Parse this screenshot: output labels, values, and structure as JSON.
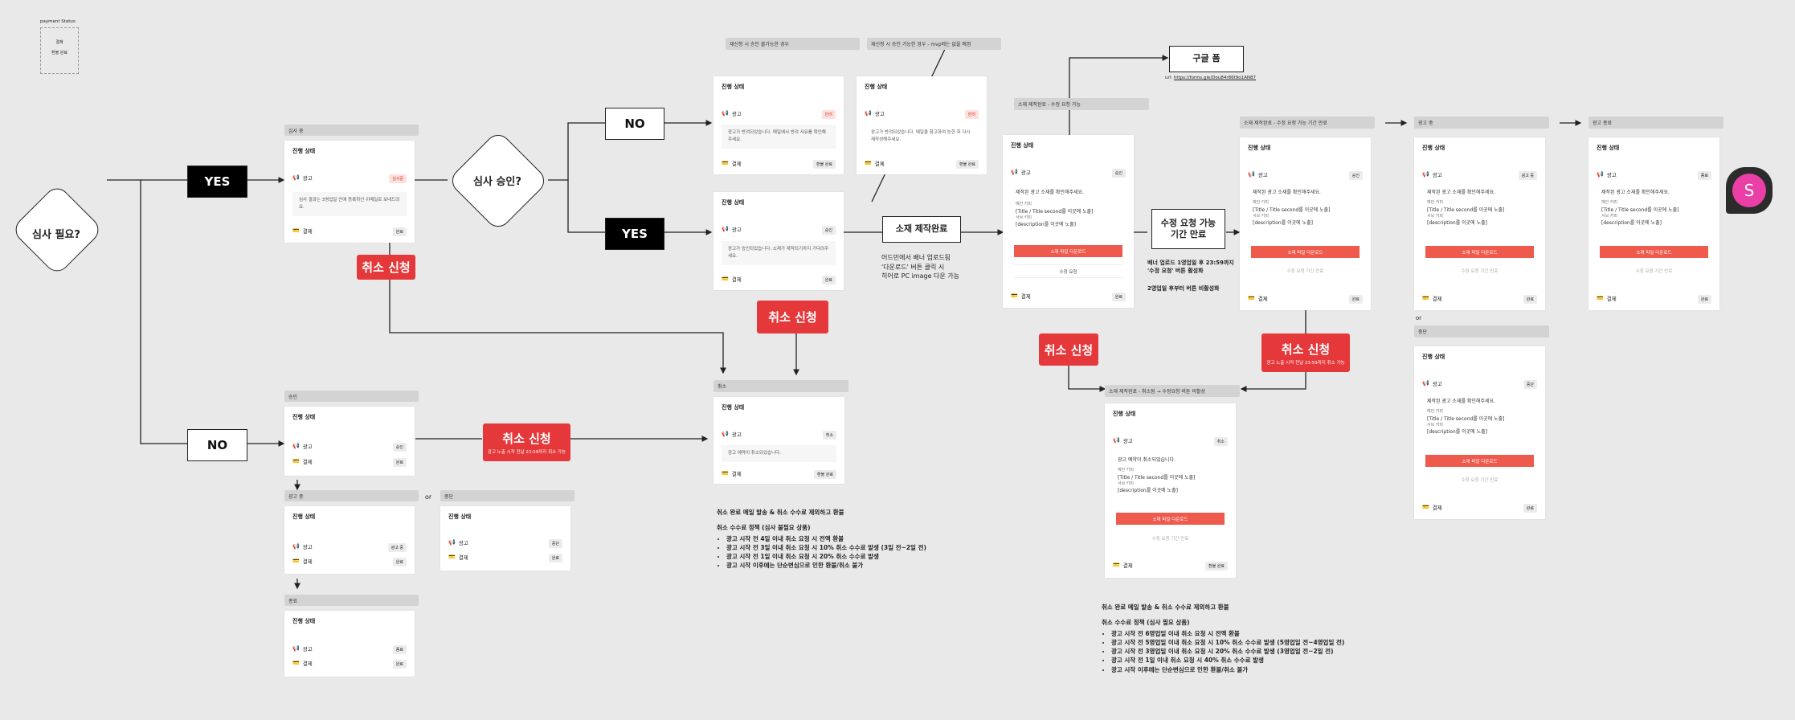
{
  "payment_status": {
    "title": "payment Status",
    "items": [
      "결제",
      "환불 완료"
    ]
  },
  "decisions": {
    "review_needed": "심사 필요?",
    "review_approved": "심사 승인?"
  },
  "edges": {
    "yes": "YES",
    "no": "NO",
    "or": "or"
  },
  "cancel_request": "취소 신청",
  "cancel_request_note": "광고 노출 시작 전날 23:59까지 취소 가능",
  "cancel_request_note_2": "광고 노출 시작 전날 23:59까지 취소 가능",
  "section_titles": {
    "in_review": "심사 중",
    "approved": "승인",
    "ad_running": "광고 중",
    "ended": "종료",
    "paused": "중단",
    "cancel": "취소",
    "reapply_not_approvable": "재신청 시 승인 불가능한 경우",
    "reapply_approvable": "재신청 시 승인 가능한 경우 - mvp에는 없을 예정",
    "material_done_editable": "소재 제작완료 - 수정 요청 가능",
    "material_done_period_over": "소재 제작완료 - 수정 요청 가능 기간 만료",
    "ad_running_2": "광고 중",
    "ad_ended": "광고 종료",
    "paused_2": "중단",
    "material_done_cancel": "소재 제작완료 - 취소됨 → 수정요청 버튼 비활성"
  },
  "card": {
    "status_title": "진행 상태",
    "ad_label": "광고",
    "pay_label": "결제",
    "download_button": "소재 파일 다운로드",
    "edit_request_button": "수정 요청",
    "edit_period_over_button": "수정 요청 기간 만료",
    "preview_title_label": "예안 카피",
    "preview_title_value": "[Title / Title second를 이곳에 노출]",
    "preview_desc_label": "서브 카피",
    "preview_desc_value": "[description를 이곳에 노출]"
  },
  "badges": {
    "in_review": "심사중",
    "rejected": "반려",
    "approved": "승인",
    "done": "완료",
    "refund_done": "환불 완료",
    "cancel": "취소",
    "ad_running": "광고 중",
    "ended": "종료",
    "paused": "중단"
  },
  "notes": {
    "in_review": "심사 결과는 3영업일 안에 등록하신 이메일로 보내드려요.",
    "rejected": "광고가 반려되었습니다. 메일에서 반려 사유를 확인해주세요.",
    "rejected_2": "광고가 반려되었습니다. 메일을 참고하여 능한 후 다시 재작성해주세요.",
    "approved": "광고가 승인되었습니다. 소재가 제작되기까지 기다려주세요.",
    "cancelled": "광고 예약이 취소되었습니다.",
    "material_check": "제작된 광고 소재를 확인해주세요.",
    "reserve_cancelled": "광고 예약이 취소되었습니다."
  },
  "material_done_box": "소재 제작완료",
  "material_done_desc": "어드민에서 배너 업로드됨\n'다운로드' 버튼 클릭 시\n히어로 PC image 다운 가능",
  "edit_period_over_box": "수정 요청 가능\n기간 만료",
  "edit_period_desc_1": "배너 업로드 1영업일 후 23:59까지\n'수정 요청' 버튼 활성화",
  "edit_period_desc_2": "2영업일 후부터 버튼 비활성화",
  "google_form": {
    "label": "구글 폼",
    "url_prefix": "url:",
    "url": "https://forms.gle/Dou84r86t9o1AN87"
  },
  "policy_1": {
    "heading": "취소 완료 메일 발송 & 취소 수수료 제외하고 환불",
    "sub": "취소 수수료 정책 (심사 불필요 상품)",
    "items": [
      "광고 시작 전 4일 이내 취소 요청 시 전액 환불",
      "광고 시작 전 3일 이내 취소 요청 시 10% 취소 수수료 발생 (3일 전~2일 전)",
      "광고 시작 전 1일 이내 취소 요청 시 20% 취소 수수료 발생",
      "광고 시작 이후에는 단순변심으로 인한 환불/취소 불가"
    ]
  },
  "policy_2": {
    "heading": "취소 완료 메일 발송 & 취소 수수료 제외하고 환불",
    "sub": "취소 수수료 정책 (심사 필요 상품)",
    "items": [
      "광고 시작 전 6영업일 이내 취소 요청 시 전액 환불",
      "광고 시작 전 5영업일 이내 취소 요청 시 10% 취소 수수료 발생 (5영업일 전~4영업일 전)",
      "광고 시작 전 3영업일 이내 취소 요청 시 20% 취소 수수료 발생 (3영업일 전~2일 전)",
      "광고 시작 전 1일 이내 취소 요청 시 40% 취소 수수료 발생",
      "광고 시작 이후에는 단순변심으로 인한 환불/취소 불가"
    ]
  },
  "avatar": {
    "initial": "S",
    "color": "#ea3fa6"
  }
}
